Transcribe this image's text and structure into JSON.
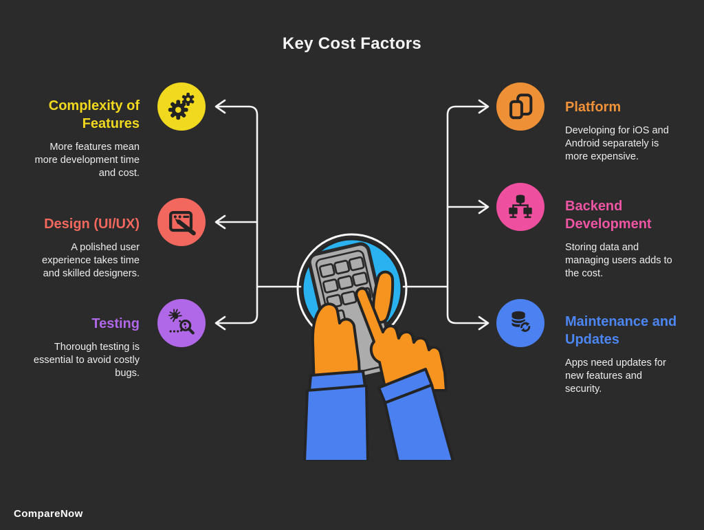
{
  "title": "Key Cost Factors",
  "brand": "CompareNow",
  "colors": {
    "background": "#2B2B2B",
    "title_text": "#F4F4F4",
    "body_text": "#EDEDED",
    "connector": "#F5F5F5",
    "yellow": "#F0D91E",
    "coral": "#F2685E",
    "purple": "#B168E8",
    "orange": "#EE9036",
    "pink": "#EE4F9E",
    "blue": "#4B81F0",
    "center_circle": "#29B2EF",
    "hands": "#F7941F",
    "sleeves": "#4A80F0",
    "device": "#ACACAC"
  },
  "items_left": [
    {
      "title": "Complexity of Features",
      "description": "More features mean more development time and cost.",
      "color": "#F0D91E",
      "icon": "gears-icon"
    },
    {
      "title": "Design (UI/UX)",
      "description": "A polished user experience takes time and skilled designers.",
      "color": "#F2685E",
      "icon": "window-pen-icon"
    },
    {
      "title": "Testing",
      "description": "Thorough testing is essential to avoid costly bugs.",
      "color": "#B168E8",
      "icon": "bug-magnifier-icon"
    }
  ],
  "items_right": [
    {
      "title": "Platform",
      "description": "Developing for iOS and Android separately is more expensive.",
      "color": "#EE9036",
      "icon": "devices-icon"
    },
    {
      "title": "Backend Development",
      "description": "Storing data and managing users adds to the cost.",
      "color": "#EE4F9E",
      "icon": "database-network-icon"
    },
    {
      "title": "Maintenance and Updates",
      "description": "Apps need updates for new features and security.",
      "color": "#4B81F0",
      "icon": "database-refresh-icon"
    }
  ]
}
